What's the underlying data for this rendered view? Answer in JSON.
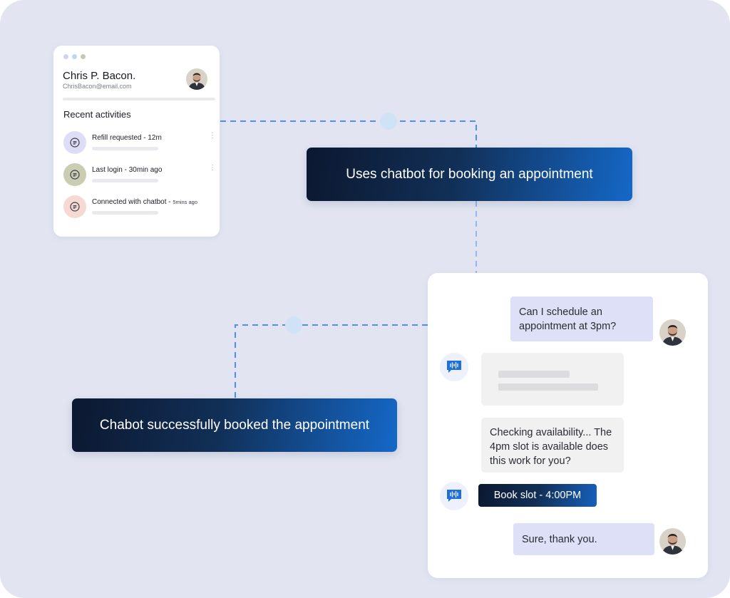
{
  "profile": {
    "name": "Chris P. Bacon.",
    "email": "ChrisBacon@email.com",
    "window_dot_colors": [
      "#cfd2f2",
      "#bcd7f2",
      "#c5c9ad"
    ],
    "recent_heading": "Recent activities",
    "activities": [
      {
        "label": "Refill requested - 12m",
        "detail": "",
        "icon": "chat-lines-icon",
        "color": "#dedcf6",
        "has_menu": true
      },
      {
        "label": "Last login - 30min ago",
        "detail": "",
        "icon": "chat-lines-icon",
        "color": "#cbcdb2",
        "has_menu": true
      },
      {
        "label": "Connected with chatbot - ",
        "detail": "5mins ago",
        "icon": "chat-lines-icon",
        "color": "#f7d9d3",
        "has_menu": false
      }
    ]
  },
  "flow": {
    "step1": "Uses chatbot for booking an appointment",
    "step2": "Chabot successfully booked the appointment"
  },
  "chat": {
    "messages": [
      {
        "from": "user",
        "text": "Can I schedule an appointment at 3pm?"
      },
      {
        "from": "bot",
        "text": "",
        "loading": true
      },
      {
        "from": "bot",
        "text": "Checking availability... The 4pm slot is available does this work for you?"
      },
      {
        "from": "bot",
        "action_button": "Book slot - 4:00PM"
      },
      {
        "from": "user",
        "text": "Sure, thank you."
      }
    ],
    "bot_icon": "voice-chat-icon"
  },
  "colors": {
    "background": "#e2e5f1",
    "connector": "#4f8ff0",
    "banner_dark": "#0c1830",
    "banner_blue": "#1568c8",
    "user_bubble": "#dee0f7",
    "bot_bubble": "#f1f1f2"
  }
}
